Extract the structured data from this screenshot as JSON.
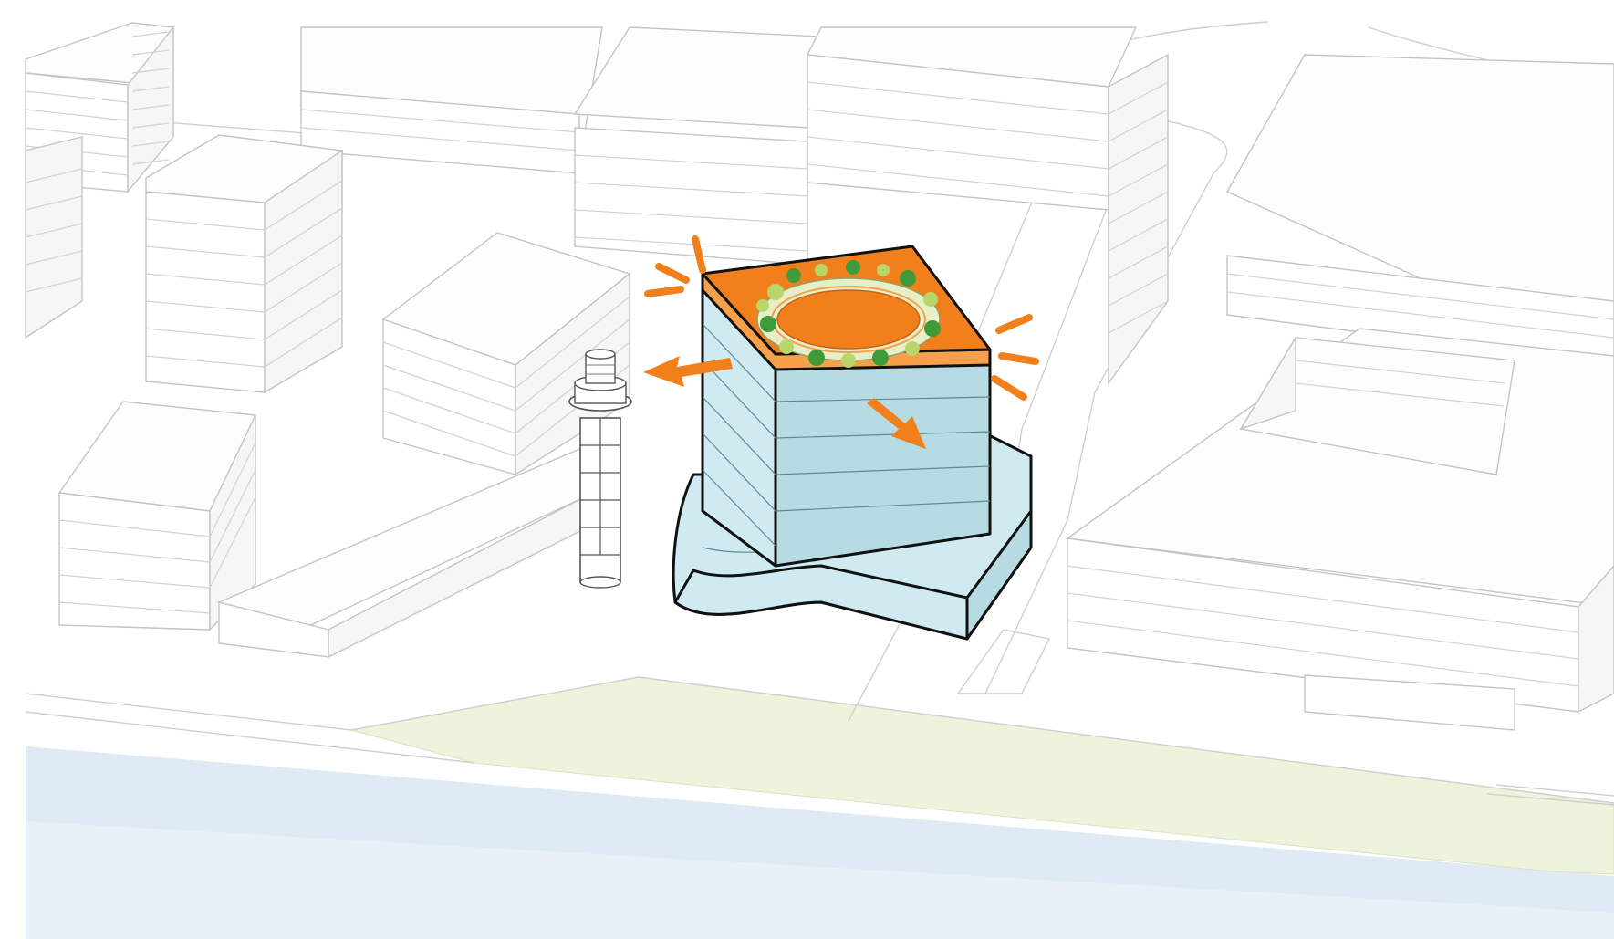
{
  "diagram": {
    "palette": {
      "background": "#ffffff",
      "context_building_fill": "#ffffff",
      "context_building_stroke": "#c4c4c4",
      "hero_glass": "#cfeaf0",
      "hero_glass_dark": "#b6dbe3",
      "hero_outline": "#111111",
      "roof_orange": "#f07f1c",
      "roof_orange_light": "#f6a04b",
      "ring_planting": "#e7efc8",
      "tree_green_light": "#b9d66a",
      "tree_green_dark": "#3f9a3a",
      "arrow_orange": "#f07f1c",
      "park_green": "#eef3dc",
      "water_blue": "#dfeaf4"
    },
    "elements": {
      "context_buildings": "context-buildings",
      "hero_tower": "hero-tower",
      "podium": "podium",
      "roof_garden": "roof-garden",
      "lighthouse": "lighthouse",
      "view_arrows": "view-arrows",
      "radiating_rays": "radiating-rays",
      "waterfront_park": "waterfront-park",
      "water": "water"
    }
  }
}
